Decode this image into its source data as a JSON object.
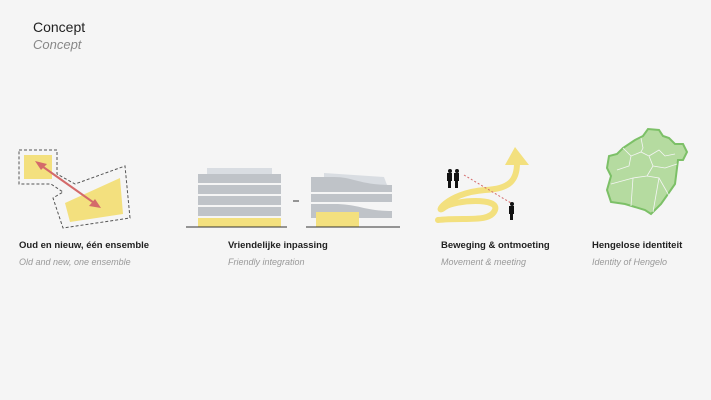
{
  "header": {
    "title": "Concept",
    "subtitle": "Concept"
  },
  "concepts": [
    {
      "title": "Oud en nieuw, één ensemble",
      "subtitle": "Old and new, one ensemble",
      "icon": "old-new-ensemble-icon"
    },
    {
      "title": "Vriendelijke inpassing",
      "subtitle": "Friendly integration",
      "icon": "building-integration-icon"
    },
    {
      "title": "Beweging & ontmoeting",
      "subtitle": "Movement & meeting",
      "icon": "movement-spiral-icon"
    },
    {
      "title": "Hengelose identiteit",
      "subtitle": "Identity of Hengelo",
      "icon": "hengelo-map-icon"
    }
  ],
  "colors": {
    "yellow": "#f3e07e",
    "red": "#d46a6a",
    "grey": "#bfc3c8",
    "green": "#b5dba0",
    "green_stroke": "#7cc067"
  }
}
